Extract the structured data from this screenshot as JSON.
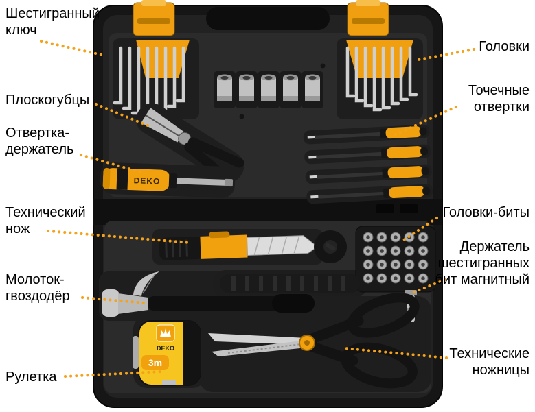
{
  "diagram": {
    "subject": "Annotated tool kit in open black case with orange latches",
    "brand": "DEKO"
  },
  "labels": {
    "left": [
      {
        "name": "hex-key",
        "lines": [
          "Шестигранный",
          "ключ"
        ]
      },
      {
        "name": "pliers",
        "lines": [
          "Плоскогубцы"
        ]
      },
      {
        "name": "screwdriver-holder",
        "lines": [
          "Отвертка-",
          "держатель"
        ]
      },
      {
        "name": "utility-knife",
        "lines": [
          "Технический",
          "нож"
        ]
      },
      {
        "name": "claw-hammer",
        "lines": [
          "Молоток-",
          "гвоздодёр"
        ]
      },
      {
        "name": "tape-measure",
        "lines": [
          "Рулетка"
        ]
      }
    ],
    "right": [
      {
        "name": "sockets",
        "lines": [
          "Головки"
        ]
      },
      {
        "name": "precision-screwdrivers",
        "lines": [
          "Точечные",
          "отвертки"
        ]
      },
      {
        "name": "socket-bits",
        "lines": [
          "Головки-биты"
        ]
      },
      {
        "name": "magnetic-bit-holder",
        "lines": [
          "Держатель",
          "шестигранных",
          "бит магнитный"
        ]
      },
      {
        "name": "technical-scissors",
        "lines": [
          "Технические",
          "ножницы"
        ]
      }
    ]
  },
  "product_text": {
    "screwdriver_brand": "DEKO",
    "tape_brand": "DEKO",
    "tape_length": "3m"
  },
  "colors": {
    "accent_orange": "#F2A10E",
    "case_black": "#1C1C1C",
    "tray_gray": "#2B2B2B",
    "chrome": "#CFCFCF",
    "label_text": "#000000",
    "background": "#FFFFFF"
  }
}
